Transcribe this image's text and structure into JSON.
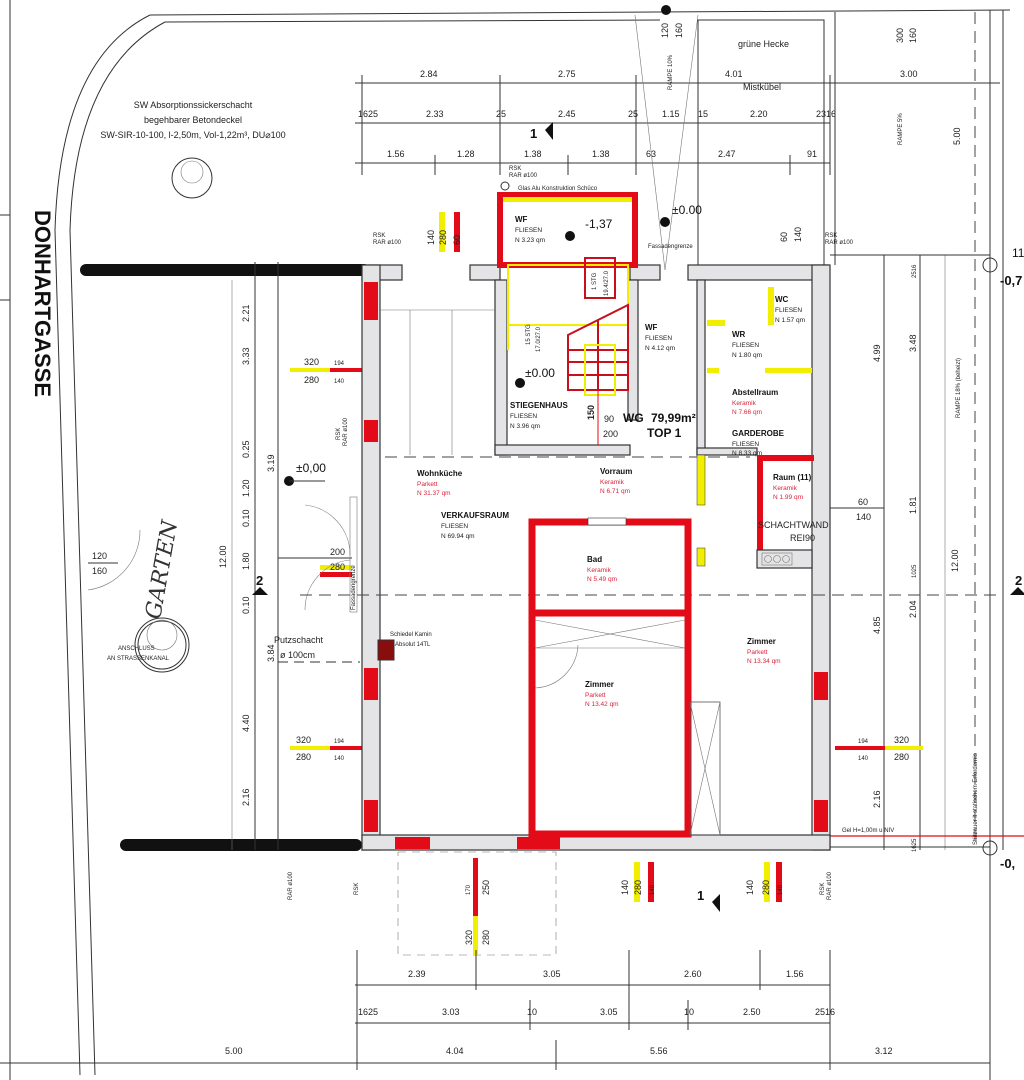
{
  "street": {
    "name": "DONHARTGASSE",
    "garden": "GARTEN",
    "connection": [
      "ANSCHLUSS",
      "AN STRASSENKANAL"
    ],
    "gate": [
      "120",
      "160"
    ]
  },
  "seepage_shaft": [
    "SW Absorptionssickerschacht",
    "begehbarer Betondeckel",
    "SW-SIR-10-100, l-2,50m, Vol-1,22m³, DU⌀100"
  ],
  "outdoor": {
    "hedge": "grüne Hecke",
    "bin": "Mistkübel",
    "ramp_top": "RAMPE 10%",
    "ramp_top_dims": [
      "120",
      "160"
    ],
    "ramp_5": "RAMPE 5%",
    "ramp_18": "RAMPE 18% (beheizt)",
    "ramp_top_right_dims": [
      "300",
      "160"
    ],
    "retaining_wall": "Stützauer lt statischem Erfordernis",
    "railing": "Gel H=1,00m u NIV",
    "cleanout": [
      "Putzschacht",
      "ø 100cm"
    ],
    "chimney": [
      "Schiedel Kamin",
      "Absolut 14TL"
    ],
    "facade_limit": "Fassadengrenze",
    "glazing": "Glas Alu Konstruktion Schüco",
    "shaft_wall": [
      "SCHACHTWAND",
      "REI90"
    ],
    "downpipe": [
      "RSK",
      "RAR ø100"
    ]
  },
  "levels": {
    "entry_low": "-1,37",
    "entry_top": "±0.00",
    "stair": "±0.00",
    "garden": "±0,00",
    "right_top": "-0,7",
    "right_bottom": "-0,",
    "right_num": "11"
  },
  "sections": {
    "one": "1",
    "two": "2"
  },
  "apartment": {
    "label": "WG",
    "area": "79,99m²",
    "unit": "TOP 1",
    "door": [
      "90",
      "200"
    ]
  },
  "stairs": {
    "main_count": "15 STG",
    "main_ratio": "17.0/27.0",
    "top_count": "1 STG",
    "top_ratio": "19.4/27.0",
    "run": "150"
  },
  "rooms": [
    {
      "name": "WF",
      "floor": "FLIESEN",
      "area": "N 3.23 qm"
    },
    {
      "name": "STIEGENHAUS",
      "floor": "FLIESEN",
      "area": "N 3.96 qm"
    },
    {
      "name": "WF",
      "floor": "FLIESEN",
      "area": "N 4.12 qm"
    },
    {
      "name": "WC",
      "floor": "FLIESEN",
      "area": "N 1.57 qm"
    },
    {
      "name": "WR",
      "floor": "FLIESEN",
      "area": "N 1.80 qm"
    },
    {
      "name": "Abstellraum",
      "floor": "Keramik",
      "area": "N 7.66 qm"
    },
    {
      "name": "GARDEROBE",
      "floor": "FLIESEN",
      "area": "N 8.33 qm"
    },
    {
      "name": "Wohnküche",
      "floor": "Parkett",
      "area": "N 31.37 qm"
    },
    {
      "name": "Vorraum",
      "floor": "Keramik",
      "area": "N 6.71 qm"
    },
    {
      "name": "VERKAUFSRAUM",
      "floor": "FLIESEN",
      "area": "N 69.94 qm"
    },
    {
      "name": "Bad",
      "floor": "Keramik",
      "area": "N 5.49 qm"
    },
    {
      "name": "Raum (11)",
      "floor": "Keramik",
      "area": "N 1.99 qm"
    },
    {
      "name": "Zimmer",
      "floor": "Parkett",
      "area": "N 13.42 qm"
    },
    {
      "name": "Zimmer",
      "floor": "Parkett",
      "area": "N 13.34 qm"
    }
  ],
  "dims": {
    "top1": [
      "2.84",
      "2.75",
      "4.01",
      "3.00"
    ],
    "top2": [
      "1625",
      "2.33",
      "25",
      "2.45",
      "25",
      "1.15",
      "15",
      "2.20",
      "2316"
    ],
    "top3": [
      "1.56",
      "1.28",
      "1.38",
      "1.38",
      "63",
      "2.47",
      "91"
    ],
    "bottom1": [
      "2.39",
      "3.05",
      "2.60",
      "1.56"
    ],
    "bottom2": [
      "1625",
      "3.03",
      "10",
      "3.05",
      "10",
      "2.50",
      "2516"
    ],
    "bottom3": [
      "5.00",
      "4.04",
      "5.56",
      "3.12"
    ],
    "left": [
      "2.21",
      "3.33",
      "0.25",
      "3.19",
      "1.20",
      "0.10",
      "1.80",
      "0.10",
      "3.84",
      "4.40",
      "2.16",
      "12.00"
    ],
    "right": [
      "4.99",
      "3.48",
      "2516",
      "1.81",
      "1025",
      "4.85",
      "2.04",
      "2.16",
      "1625",
      "12.00",
      "5.00"
    ],
    "right_window": [
      "60",
      "140"
    ],
    "window_left": [
      "320",
      "194",
      "280",
      "140"
    ],
    "window_right": [
      "194",
      "320",
      "140",
      "280"
    ],
    "window_top_left": [
      "140",
      "280",
      "60"
    ],
    "window_top_right": [
      "60",
      "140"
    ],
    "window_bottom_a": [
      "170",
      "250",
      "320",
      "280"
    ],
    "window_bottom_b": [
      "140",
      "280",
      "140"
    ],
    "garden_door": [
      "200",
      "280"
    ]
  }
}
